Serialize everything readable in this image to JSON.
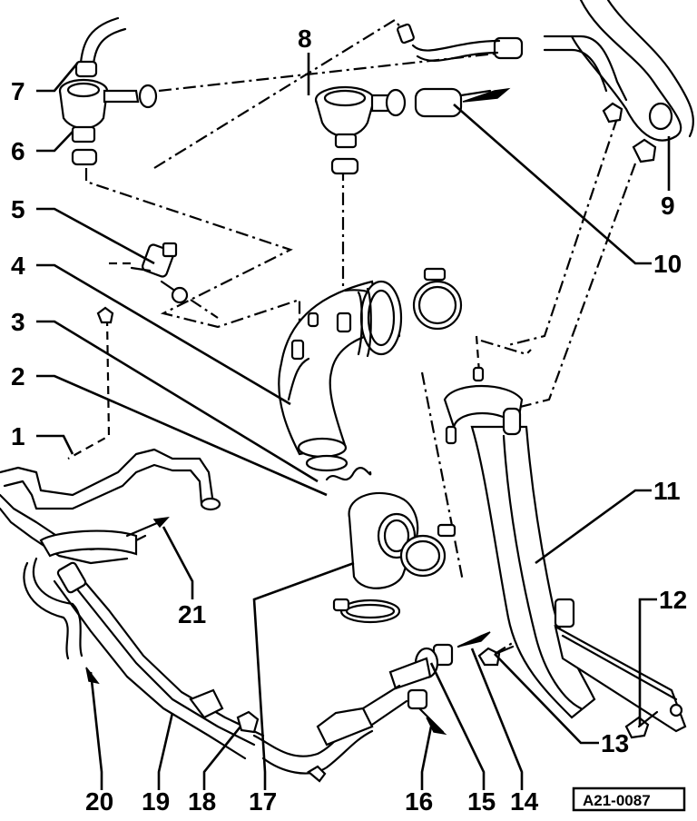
{
  "diagram": {
    "reference_code": "A21-0087",
    "callouts": [
      {
        "id": "1",
        "label": "1"
      },
      {
        "id": "2",
        "label": "2"
      },
      {
        "id": "3",
        "label": "3"
      },
      {
        "id": "4",
        "label": "4"
      },
      {
        "id": "5",
        "label": "5"
      },
      {
        "id": "6",
        "label": "6"
      },
      {
        "id": "7",
        "label": "7"
      },
      {
        "id": "8",
        "label": "8"
      },
      {
        "id": "9",
        "label": "9"
      },
      {
        "id": "10",
        "label": "10"
      },
      {
        "id": "11",
        "label": "11"
      },
      {
        "id": "12",
        "label": "12"
      },
      {
        "id": "13",
        "label": "13"
      },
      {
        "id": "14",
        "label": "14"
      },
      {
        "id": "15",
        "label": "15"
      },
      {
        "id": "16",
        "label": "16"
      },
      {
        "id": "17",
        "label": "17"
      },
      {
        "id": "18",
        "label": "18"
      },
      {
        "id": "19",
        "label": "19"
      },
      {
        "id": "20",
        "label": "20"
      },
      {
        "id": "21",
        "label": "21"
      }
    ]
  }
}
